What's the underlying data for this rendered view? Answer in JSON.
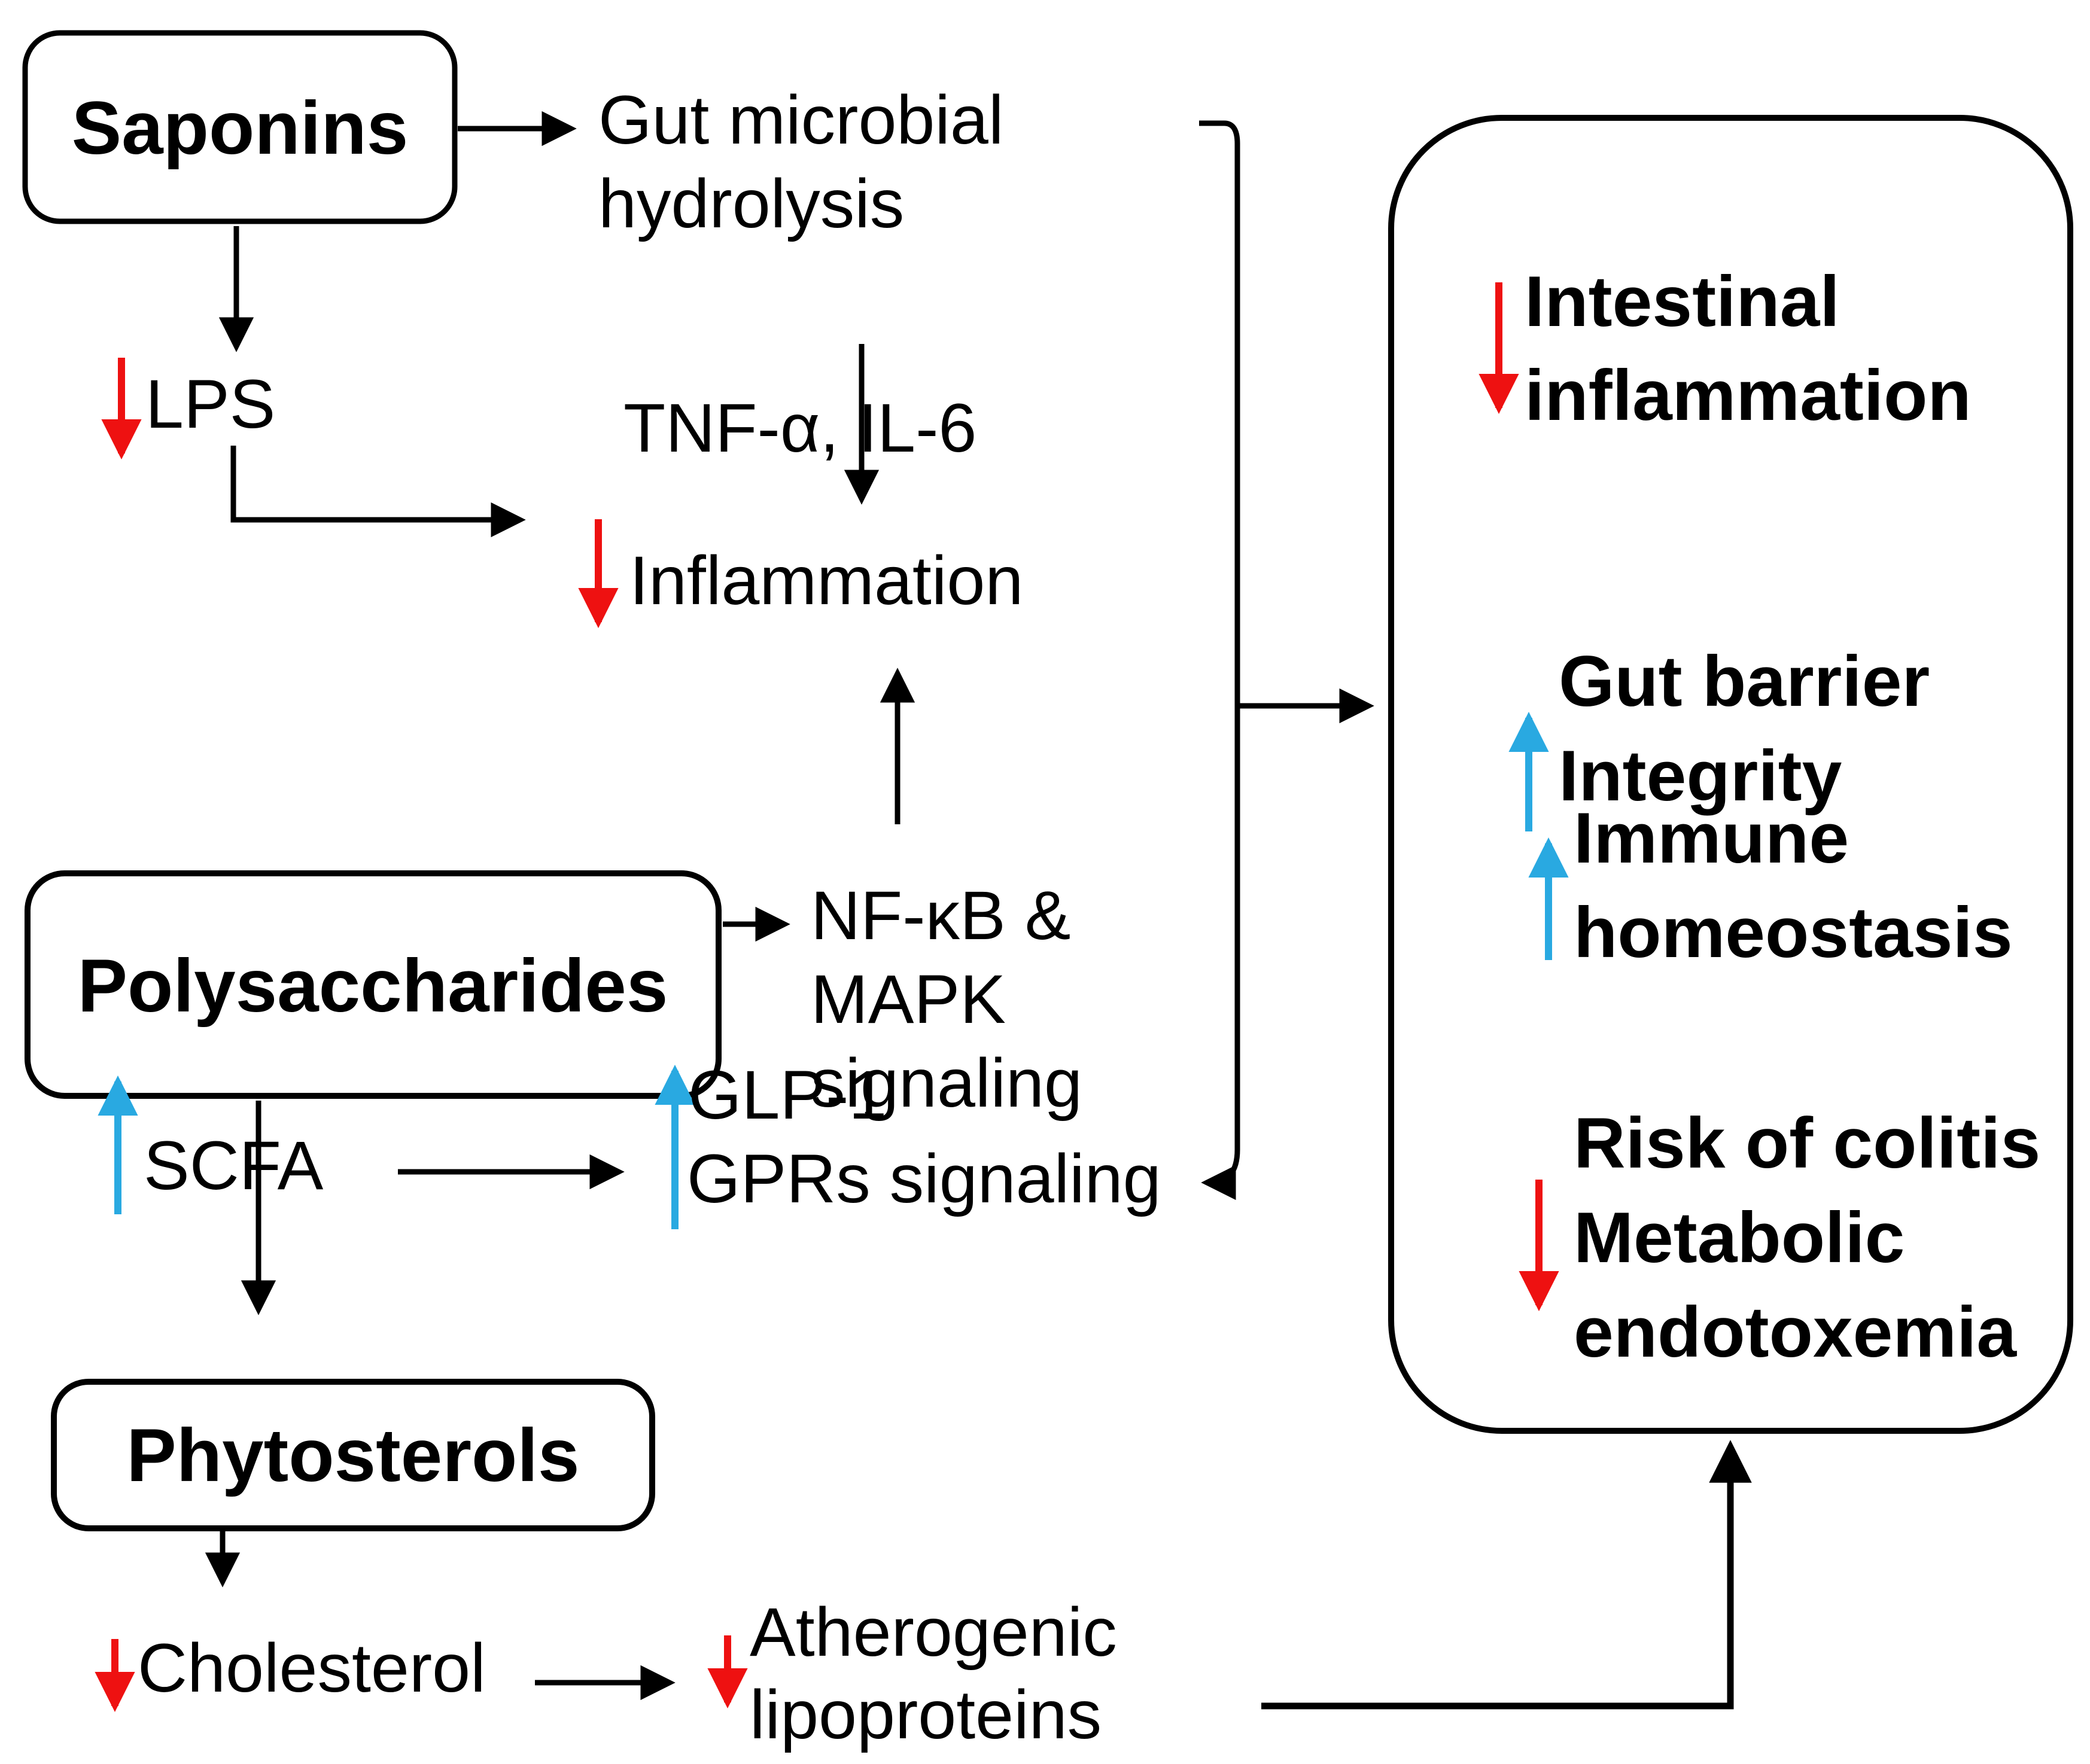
{
  "nodes": {
    "saponins": {
      "label": "Saponins"
    },
    "polysaccharides": {
      "label": "Polysaccharides"
    },
    "phytosterols": {
      "label": "Phytosterols"
    }
  },
  "intermediates": {
    "gut_microbial": {
      "line1": "Gut microbial",
      "line2": "hydrolysis"
    },
    "lps": {
      "label": "LPS",
      "direction": "decrease"
    },
    "tnf_il6": {
      "label": "TNF-α, IL-6"
    },
    "inflammation": {
      "label": "Inflammation",
      "direction": "decrease"
    },
    "nfkb_mapk": {
      "line1": "NF-κB &",
      "line2": "MAPK",
      "line3": "signaling"
    },
    "scfa": {
      "label": "SCFA",
      "direction": "increase"
    },
    "glp1": {
      "label": "GLP-1",
      "direction": "increase"
    },
    "gprs": {
      "label": "GPRs signaling"
    },
    "cholesterol": {
      "label": "Cholesterol",
      "direction": "decrease"
    },
    "atherogenic": {
      "line1": "Atherogenic",
      "line2": "lipoproteins",
      "direction": "decrease"
    }
  },
  "outcomes": {
    "intestinal_inflammation": {
      "line1": "Intestinal",
      "line2": "inflammation",
      "direction": "decrease"
    },
    "gut_barrier": {
      "line1": "Gut barrier",
      "line2": "Integrity",
      "direction": "increase"
    },
    "immune_homeostasis": {
      "line1": "Immune",
      "line2": "homeostasis",
      "direction": "increase"
    },
    "risk_colitis": {
      "line1": "Risk of colitis",
      "line2": "Metabolic",
      "line3": "endotoxemia",
      "direction": "decrease"
    }
  },
  "colors": {
    "decrease_arrow": "#ee1111",
    "increase_arrow": "#29a9e1",
    "line": "#000000",
    "text": "#000000",
    "background": "#ffffff"
  }
}
